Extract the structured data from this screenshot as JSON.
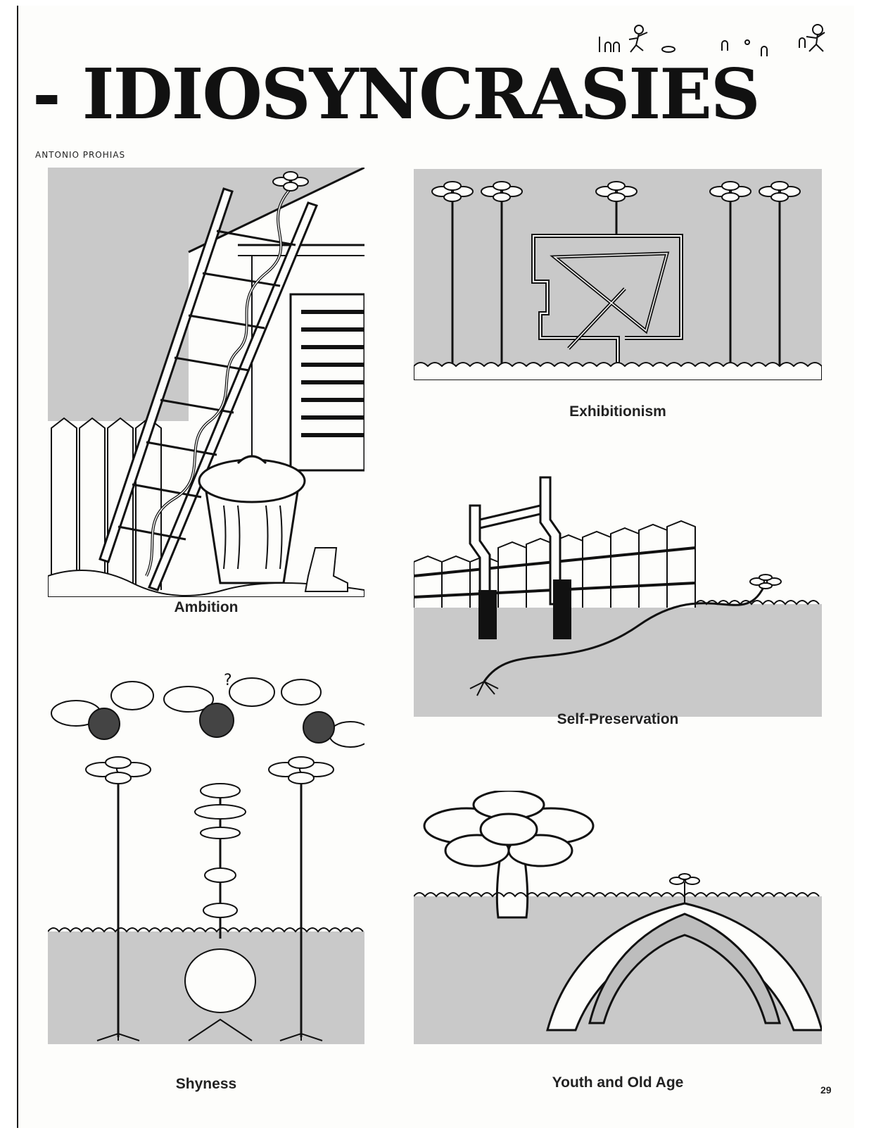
{
  "article": {
    "title": "- IDIOSYNCRASIES",
    "author": "ANTONIO PROHIAS",
    "page_number": "29"
  },
  "panels": [
    {
      "caption": "Ambition"
    },
    {
      "caption": "Exhibitionism"
    },
    {
      "caption": "Self-Preservation"
    },
    {
      "caption": "Shyness"
    },
    {
      "caption": "Youth and Old Age"
    }
  ],
  "colors": {
    "ink": "#111111",
    "panel_gray": "#c9c9c9",
    "paper": "#fdfdfb"
  }
}
